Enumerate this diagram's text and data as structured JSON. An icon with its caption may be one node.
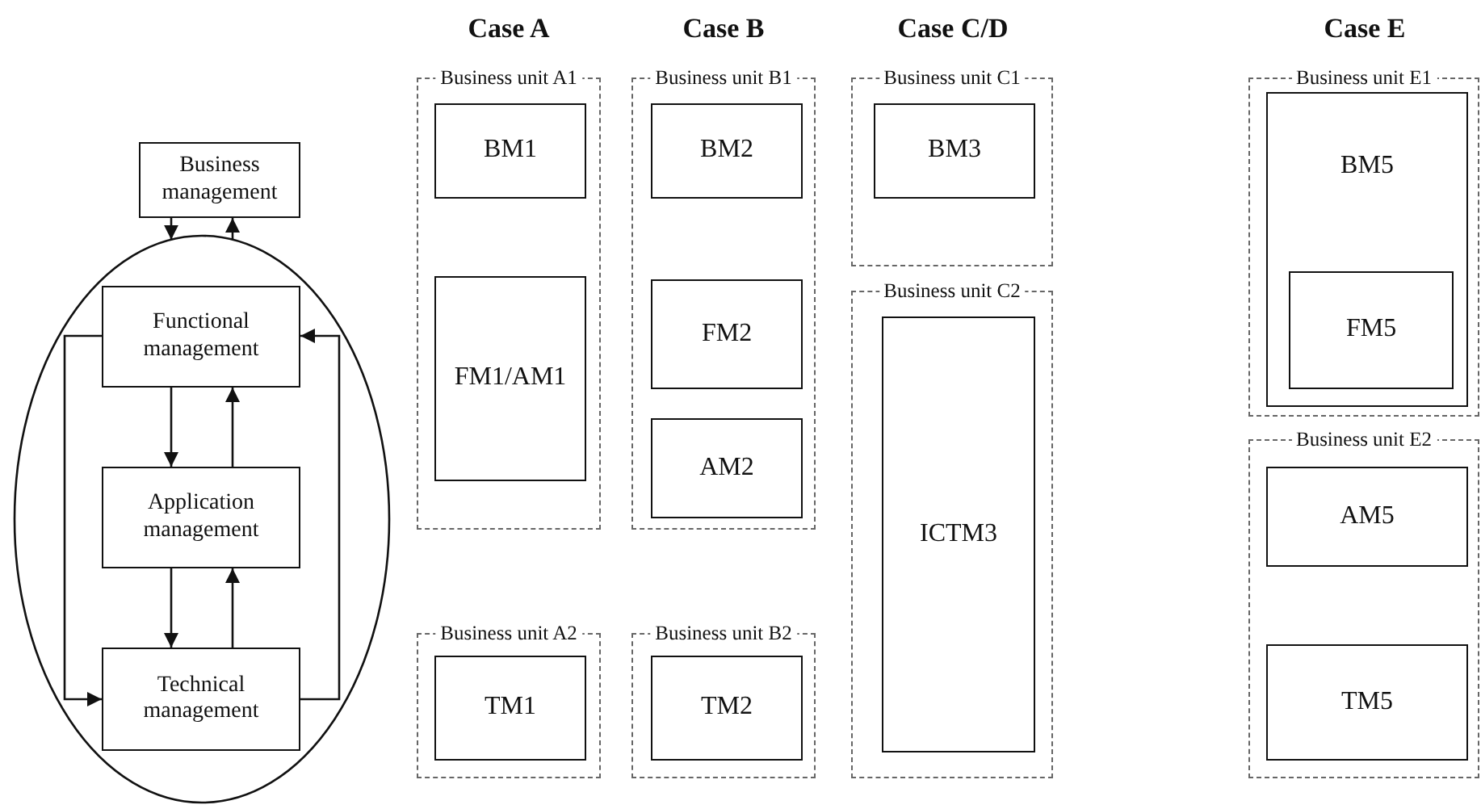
{
  "diagram": {
    "nodes": [
      {
        "text": [
          "Business management"
        ]
      },
      {
        "text": [],
        "shape": "circle"
      },
      {
        "text": [
          "Functional management"
        ],
        "in": 1
      },
      {
        "text": [
          "Application management"
        ],
        "in": 1
      },
      {
        "text": [
          "Technical management"
        ],
        "in": 1
      },
      {
        "text": [
          "Business unit A1"
        ]
      },
      {
        "text": [
          "BM1"
        ],
        "in": 5
      },
      {
        "text": [
          "FM1/AM1"
        ],
        "in": 5
      },
      {
        "text": [
          "Business unit A2"
        ]
      },
      {
        "text": [
          "TM1"
        ],
        "in": 8
      },
      {
        "text": [
          "Business unit B1"
        ]
      },
      {
        "text": [
          "BM2"
        ],
        "in": 10
      },
      {
        "text": [
          "FM2"
        ],
        "in": 10
      },
      {
        "text": [
          "AM2"
        ],
        "in": 10
      },
      {
        "text": [
          "Business unit B2"
        ]
      },
      {
        "text": [
          "TM2"
        ],
        "in": 14
      },
      {
        "text": [
          "Business unit C1"
        ]
      },
      {
        "text": [
          "BM3"
        ],
        "in": 16
      },
      {
        "text": [
          "Business unit C2"
        ]
      },
      {
        "text": [
          "ICTM3"
        ],
        "in": 18
      },
      {
        "text": [
          "Business unit E1"
        ]
      },
      {
        "text": [
          "BM5"
        ],
        "in": 20
      },
      {
        "text": [
          "FM5"
        ],
        "in": 21
      },
      {
        "text": [
          "Business unit E2"
        ]
      },
      {
        "text": [
          "AM5"
        ],
        "in": 23
      },
      {
        "text": [
          "TM5"
        ],
        "in": 23
      }
    ],
    "edges": [
      {
        "from": 0,
        "to": 1,
        "arrow": "to"
      },
      {
        "from": 1,
        "to": 0,
        "arrow": "to"
      },
      {
        "from": 2,
        "to": 3,
        "arrow": "to"
      },
      {
        "from": 3,
        "to": 2,
        "arrow": "to"
      },
      {
        "from": 3,
        "to": 4,
        "arrow": "to"
      },
      {
        "from": 4,
        "to": 3,
        "arrow": "to"
      },
      {
        "from": 2,
        "to": 4,
        "arrow": "to"
      },
      {
        "from": 4,
        "to": 2,
        "arrow": "to"
      }
    ],
    "labels": [
      "Case A",
      "Case B",
      "Case C/D",
      "Case E"
    ]
  }
}
